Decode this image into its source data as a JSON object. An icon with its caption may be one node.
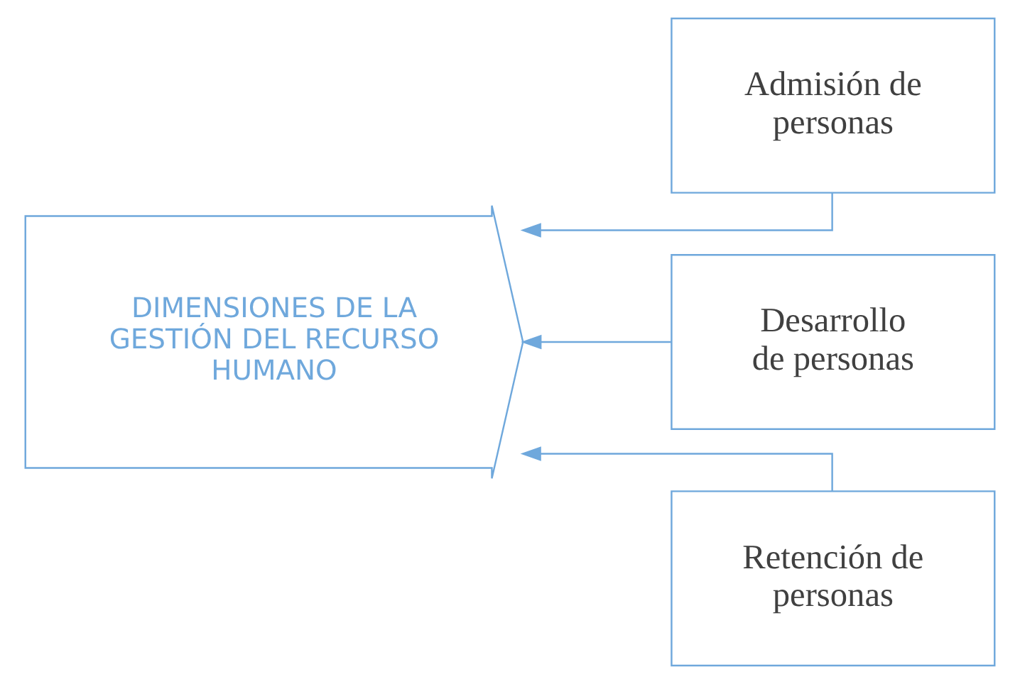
{
  "diagram": {
    "nodes": [
      {
        "text": [
          "DIMENSIONES DE LA GESTIÓN DEL RECURSO HUMANO"
        ]
      },
      {
        "text": [
          "Admisión de personas"
        ]
      },
      {
        "text": [
          "Desarrollo de personas"
        ]
      },
      {
        "text": [
          "Retención de personas"
        ]
      }
    ],
    "edges": [
      {
        "from": 1,
        "to": 0,
        "arrow": "to"
      },
      {
        "from": 2,
        "to": 0,
        "arrow": "to"
      },
      {
        "from": 3,
        "to": 0,
        "arrow": "to"
      }
    ]
  }
}
